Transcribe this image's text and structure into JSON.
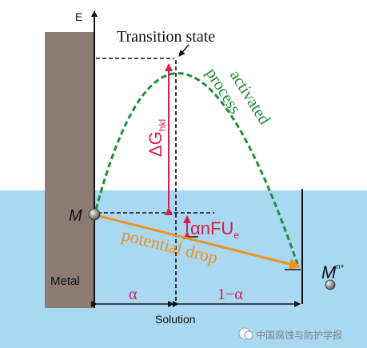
{
  "axis": {
    "energy_label": "E"
  },
  "labels": {
    "transition_state": "Transition state",
    "activated_process_line1": "activated",
    "activated_process_line2": "process",
    "delta_g": "ΔG",
    "delta_g_sub": "hkl",
    "potential_term": "αnFU",
    "potential_sub": "e",
    "potential_drop": "potential drop",
    "metal": "Metal",
    "atom_M": "M",
    "ion_M": "M",
    "ion_charge": "n+",
    "alpha": "α",
    "one_minus_alpha": "1−α",
    "solution": "Solution"
  },
  "watermark": "中国腐蚀与防护学报",
  "colors": {
    "metal": "#8b7b72",
    "solution": "#a8d8f2",
    "activated_curve": "#1e8f3a",
    "energy_arrow": "#d81e4a",
    "potential_drop": "#f0921e",
    "line": "#111111"
  }
}
